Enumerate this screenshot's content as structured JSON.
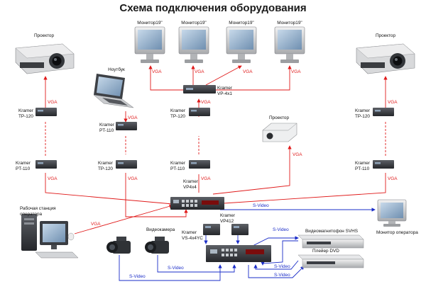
{
  "title": "Схема подключения оборудования",
  "colors": {
    "vga": "#e01a1a",
    "svideo": "#1a2cc8",
    "device": "#2d2f33"
  },
  "labels": {
    "projector": "Проектор",
    "monitor": "Монитор19\"",
    "notebook": "Ноутбук",
    "vga": "VGA",
    "svideo": "S-Video",
    "kramer": "Kramer",
    "tp120": "TP-120",
    "pt110": "PT-110",
    "vp4x1": "VP-4x1",
    "vp4x4": "VP4x4",
    "vp412": "VP412",
    "vs4x4yc": "VS-4x4YC",
    "workstation_1": "Рабочая станция",
    "workstation_2": "оператора",
    "camcorder": "Видеокамера",
    "vcr": "Видеомагнитофон SVHS",
    "dvd": "Плейер DVD",
    "op_monitor": "Монитор оператора"
  }
}
